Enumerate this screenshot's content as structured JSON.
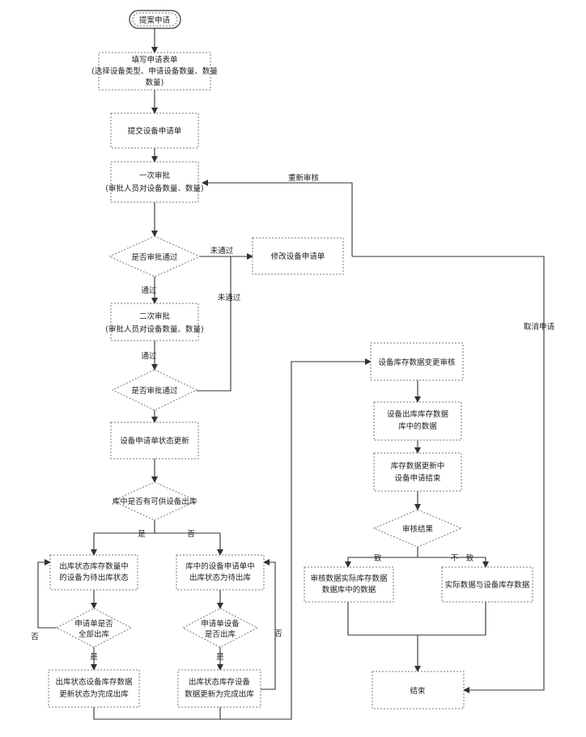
{
  "nodes": {
    "start": "提案申请",
    "fill_form": [
      "填写申请表单",
      "(选择设备类型、申请设备数量、数量",
      "数量)"
    ],
    "submit": "提交设备申请单",
    "first_review": [
      "一次审批",
      "(审批人员对设备数量、数量)"
    ],
    "judge1": "是否审批通过",
    "modify": "修改设备申请单",
    "second_review": [
      "二次审批",
      "(审批人员对设备数量、数量)"
    ],
    "judge2": "是否审批通过",
    "update_status": "设备申请单状态更新",
    "judge_stock": "库中是否有可供设备出库",
    "left_a": [
      "出库状态库存数量中",
      "的设备为待出库状态"
    ],
    "left_judge": [
      "申请单是否",
      "全部出库"
    ],
    "left_b": [
      "出库状态设备库存数据",
      "更新状态为完成出库"
    ],
    "right_a": [
      "库中的设备申请单中",
      "出库状态为待出库"
    ],
    "right_judge": [
      "申请单设备",
      "是否出库"
    ],
    "right_b": [
      "出库状态库存设备",
      "数据更新为完成出库"
    ],
    "r1": "设备库存数据变更审核",
    "r2": [
      "设备出库库存数据",
      "库中的数据"
    ],
    "r3": [
      "库存数据更新中",
      "设备申请结束"
    ],
    "r_judge": "审核结果",
    "r_left": [
      "审核数据实际库存数据",
      "数据库中的数据"
    ],
    "r_right": "实际数据与设备库存数据",
    "end": "结束"
  },
  "labels": {
    "not_pass": "未通过",
    "not_pass2": "未通过",
    "pass1": "通过",
    "pass2": "通过",
    "resubmit": "重新审核",
    "cancel": "取消申请",
    "yes": "是",
    "no": "否",
    "left_no": "否",
    "left_yes": "是",
    "right_no": "否",
    "right_yes": "是",
    "consistent": "一致",
    "inconsistent": "不一致"
  }
}
